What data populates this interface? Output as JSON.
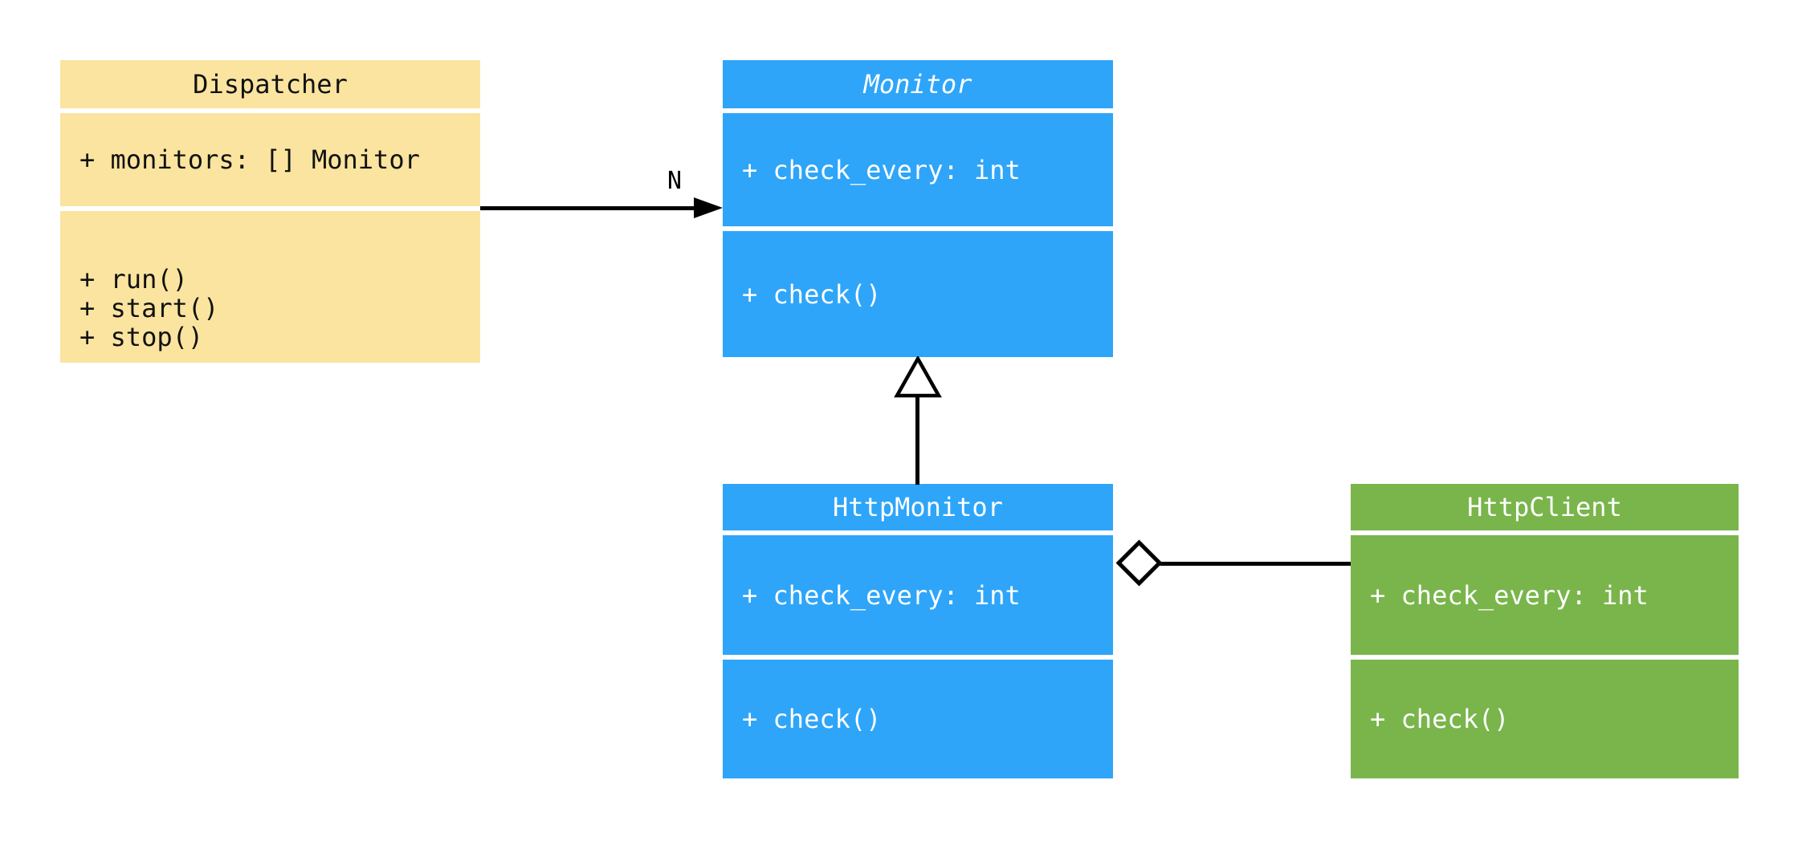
{
  "diagram": {
    "type": "uml-class-diagram",
    "background": "#ffffff",
    "colors": {
      "dispatcher_fill": "#FAE49F",
      "monitor_fill": "#2EA5F9",
      "http_client_fill": "#79B54B",
      "edge": "#000000",
      "text_on_yellow": "#111111",
      "text_on_color": "#ffffff"
    },
    "classes": [
      {
        "name": "Dispatcher",
        "abstract": false,
        "attributes": [
          "+ monitors: [] Monitor"
        ],
        "methods": [
          "+ run()",
          "+ start()",
          "+ stop()"
        ]
      },
      {
        "name": "Monitor",
        "abstract": true,
        "attributes": [
          "+ check_every: int"
        ],
        "methods": [
          "+ check()"
        ]
      },
      {
        "name": "HttpMonitor",
        "abstract": false,
        "attributes": [
          "+ check_every: int"
        ],
        "methods": [
          "+ check()"
        ]
      },
      {
        "name": "HttpClient",
        "abstract": false,
        "attributes": [
          "+ check_every: int"
        ],
        "methods": [
          "+ check()"
        ]
      }
    ],
    "relationships": [
      {
        "type": "association",
        "from": "Dispatcher",
        "to": "Monitor",
        "label": "N"
      },
      {
        "type": "generalization",
        "from": "HttpMonitor",
        "to": "Monitor",
        "label": ""
      },
      {
        "type": "aggregation",
        "from": "HttpMonitor",
        "to": "HttpClient",
        "label": ""
      }
    ]
  }
}
